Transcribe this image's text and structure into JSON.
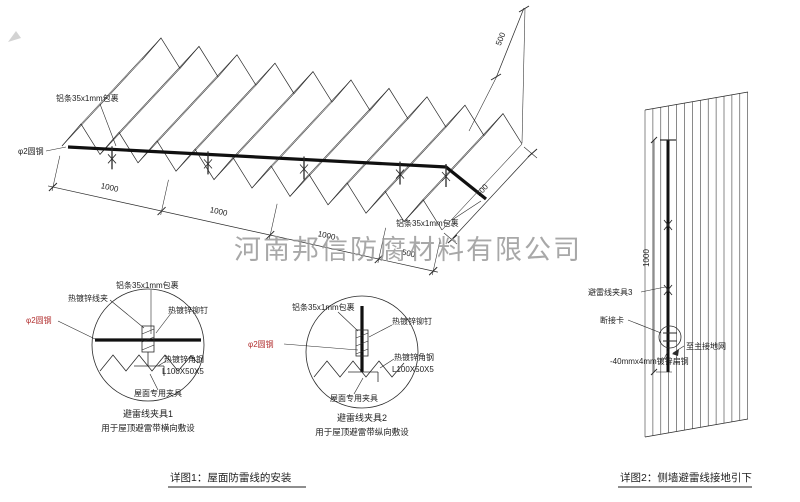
{
  "watermark": {
    "text": "河南邦信防腐材料有限公司"
  },
  "roof": {
    "label_alu_top": "铝条35x1mm包裹",
    "label_round_steel": "φ2圆钢",
    "label_alu_right": "铝条35x1mm包裹",
    "dims": {
      "seg1": "1000",
      "seg2": "1000",
      "seg3": "1000",
      "seg4": "500",
      "right_edge": "500",
      "top_right": "500"
    }
  },
  "detail1": {
    "label_alu": "铝条35x1mm包裹",
    "label_wire_clamp": "热镀锌线夹",
    "label_rivet": "热镀锌铆钉",
    "label_round_steel": "φ2圆钢",
    "label_angle_steel": "热镀锌角钢",
    "label_angle_spec": "L100X50X5",
    "label_roof_clamp": "屋面专用夹具",
    "title": "避雷线夹具1",
    "subtitle": "用于屋顶避雷带横向敷设"
  },
  "detail2": {
    "label_alu": "铝条35x1mm包裹",
    "label_rivet": "热镀锌铆钉",
    "label_round_steel": "φ2圆钢",
    "label_angle_steel": "热镀锌角钢",
    "label_angle_spec": "L100X50X5",
    "label_roof_clamp": "屋面专用夹具",
    "title": "避雷线夹具2",
    "subtitle": "用于屋顶避雷带纵向敷设"
  },
  "wall": {
    "dim_height": "1000",
    "label_clamp3": "避雷线夹具3",
    "label_disconnect": "断接卡",
    "label_to_ground": "至主接地网",
    "label_flat_steel": "-40mmx4mm镀锌扁钢"
  },
  "captions": {
    "detail1": "详图1：屋面防雷线的安装",
    "detail2": "详图2：侧墙避雷线接地引下"
  },
  "colors": {
    "ink": "#2a2a2a",
    "red": "#b23030",
    "watermark": "#9a9a9a"
  }
}
